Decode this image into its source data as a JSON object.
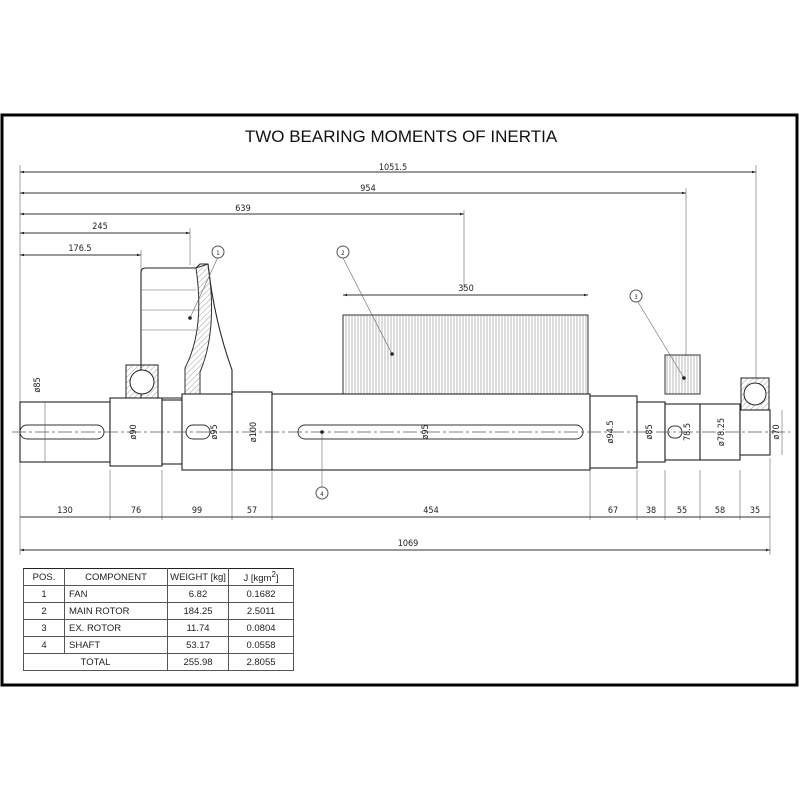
{
  "title": "TWO BEARING MOMENTS OF INERTIA",
  "top_dims": [
    "1051.5",
    "954",
    "639",
    "245",
    "176.5",
    "350"
  ],
  "diameters": [
    "ø85",
    "ø90",
    "ø95",
    "ø100",
    "ø95",
    "ø94.5",
    "ø85",
    "78.5",
    "ø78.25",
    "ø70"
  ],
  "segment_dims": [
    "130",
    "76",
    "99",
    "57",
    "454",
    "67",
    "38",
    "55",
    "58",
    "35"
  ],
  "total_length": "1069",
  "balloons": [
    "1",
    "2",
    "3",
    "4"
  ],
  "table": {
    "headers": [
      "POS.",
      "COMPONENT",
      "WEIGHT [kg]",
      "J [kgm",
      "2",
      "]"
    ],
    "rows": [
      {
        "pos": "1",
        "component": "FAN",
        "weight": "6.82",
        "j": "0.1682"
      },
      {
        "pos": "2",
        "component": "MAIN ROTOR",
        "weight": "184.25",
        "j": "2.5011"
      },
      {
        "pos": "3",
        "component": "EX. ROTOR",
        "weight": "11.74",
        "j": "0.0804"
      },
      {
        "pos": "4",
        "component": "SHAFT",
        "weight": "53.17",
        "j": "0.0558"
      }
    ],
    "total": {
      "label": "TOTAL",
      "weight": "255.98",
      "j": "2.8055"
    }
  }
}
